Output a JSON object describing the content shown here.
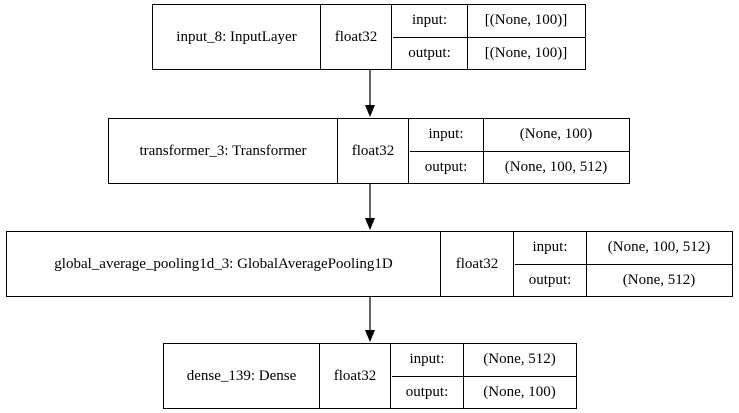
{
  "nodes": [
    {
      "layer": "input_8: InputLayer",
      "dtype": "float32",
      "input_label": "input:",
      "input_value": "[(None, 100)]",
      "output_label": "output:",
      "output_value": "[(None, 100)]"
    },
    {
      "layer": "transformer_3: Transformer",
      "dtype": "float32",
      "input_label": "input:",
      "input_value": "(None, 100)",
      "output_label": "output:",
      "output_value": "(None, 100, 512)"
    },
    {
      "layer": "global_average_pooling1d_3: GlobalAveragePooling1D",
      "dtype": "float32",
      "input_label": "input:",
      "input_value": "(None, 100, 512)",
      "output_label": "output:",
      "output_value": "(None, 512)"
    },
    {
      "layer": "dense_139: Dense",
      "dtype": "float32",
      "input_label": "input:",
      "input_value": "(None, 512)",
      "output_label": "output:",
      "output_value": "(None, 100)"
    }
  ],
  "edges": [
    {
      "from": 0,
      "to": 1
    },
    {
      "from": 1,
      "to": 2
    },
    {
      "from": 2,
      "to": 3
    }
  ]
}
